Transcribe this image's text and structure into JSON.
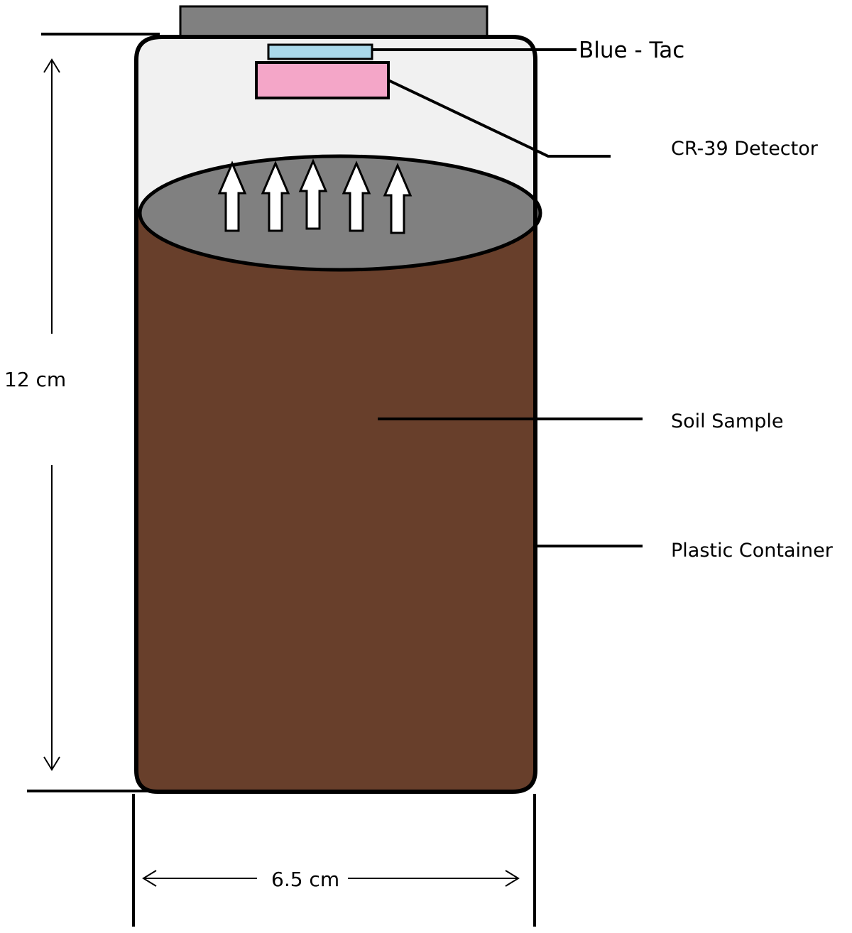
{
  "labels": {
    "blue_tac": "Blue - Tac",
    "cr39_detector": "CR-39 Detector",
    "soil_sample": "Soil Sample",
    "plastic_container": "Plastic Container"
  },
  "dimensions": {
    "height": "12 cm",
    "width": "6.5 cm"
  },
  "colors": {
    "lid": "#808080",
    "container_air": "#f1f1f1",
    "blue_tac": "#a9d8ea",
    "cr39_detector": "#f4a6c8",
    "soil": "#683f2b",
    "soil_surface": "#808080",
    "arrow_fill": "#ffffff",
    "outline": "#000000"
  }
}
